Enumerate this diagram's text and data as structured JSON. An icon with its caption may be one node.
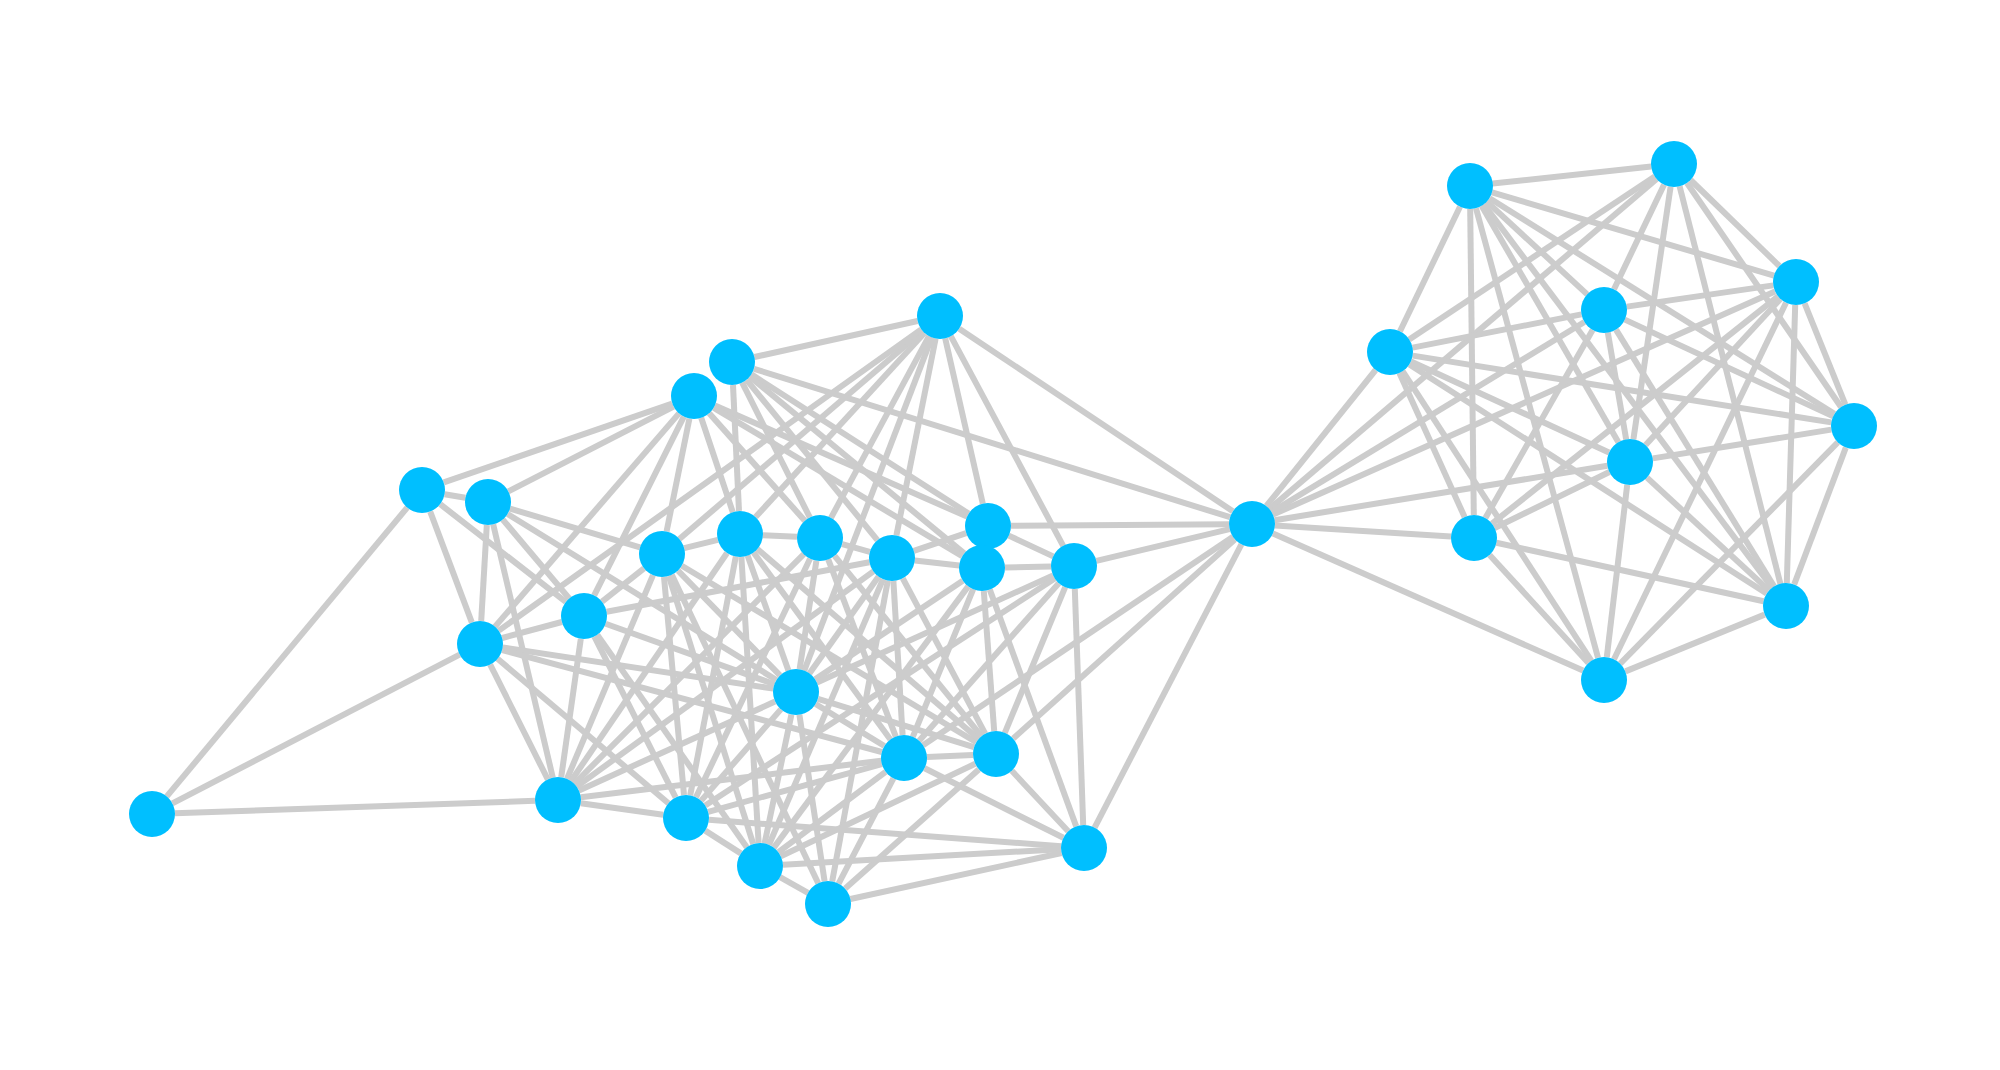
{
  "diagram": {
    "nodes": [
      {
        "text": [],
        "shape": "circle"
      },
      {
        "text": [],
        "shape": "circle"
      },
      {
        "text": [],
        "shape": "circle"
      },
      {
        "text": [],
        "shape": "circle"
      },
      {
        "text": [],
        "shape": "circle"
      },
      {
        "text": [],
        "shape": "circle"
      },
      {
        "text": [],
        "shape": "circle"
      },
      {
        "text": [],
        "shape": "circle"
      },
      {
        "text": [],
        "shape": "circle"
      },
      {
        "text": [],
        "shape": "circle"
      },
      {
        "text": [],
        "shape": "circle"
      },
      {
        "text": [],
        "shape": "circle"
      },
      {
        "text": [],
        "shape": "circle"
      },
      {
        "text": [],
        "shape": "circle"
      },
      {
        "text": [],
        "shape": "circle"
      },
      {
        "text": [],
        "shape": "circle"
      },
      {
        "text": [],
        "shape": "circle"
      },
      {
        "text": [],
        "shape": "circle"
      },
      {
        "text": [],
        "shape": "circle"
      },
      {
        "text": [],
        "shape": "circle"
      },
      {
        "text": [],
        "shape": "circle"
      },
      {
        "text": [],
        "shape": "circle"
      },
      {
        "text": [],
        "shape": "circle"
      },
      {
        "text": [],
        "shape": "circle"
      },
      {
        "text": [],
        "shape": "circle"
      },
      {
        "text": [],
        "shape": "circle"
      },
      {
        "text": [],
        "shape": "circle"
      },
      {
        "text": [],
        "shape": "circle"
      },
      {
        "text": [],
        "shape": "circle"
      },
      {
        "text": [],
        "shape": "circle"
      },
      {
        "text": [],
        "shape": "circle"
      },
      {
        "text": [],
        "shape": "circle"
      },
      {
        "text": [],
        "shape": "circle"
      },
      {
        "text": [],
        "shape": "circle"
      }
    ],
    "edges": [
      {
        "from": 0,
        "to": 1,
        "arrow": "none"
      },
      {
        "from": 0,
        "to": 5,
        "arrow": "none"
      },
      {
        "from": 0,
        "to": 6,
        "arrow": "none"
      },
      {
        "from": 0,
        "to": 7,
        "arrow": "none"
      },
      {
        "from": 0,
        "to": 8,
        "arrow": "none"
      },
      {
        "from": 0,
        "to": 9,
        "arrow": "none"
      },
      {
        "from": 0,
        "to": 11,
        "arrow": "none"
      },
      {
        "from": 0,
        "to": 13,
        "arrow": "none"
      },
      {
        "from": 0,
        "to": 14,
        "arrow": "none"
      },
      {
        "from": 1,
        "to": 6,
        "arrow": "none"
      },
      {
        "from": 1,
        "to": 7,
        "arrow": "none"
      },
      {
        "from": 1,
        "to": 8,
        "arrow": "none"
      },
      {
        "from": 1,
        "to": 9,
        "arrow": "none"
      },
      {
        "from": 1,
        "to": 10,
        "arrow": "none"
      },
      {
        "from": 2,
        "to": 4,
        "arrow": "none"
      },
      {
        "from": 2,
        "to": 5,
        "arrow": "none"
      },
      {
        "from": 2,
        "to": 6,
        "arrow": "none"
      },
      {
        "from": 2,
        "to": 7,
        "arrow": "none"
      },
      {
        "from": 2,
        "to": 9,
        "arrow": "none"
      },
      {
        "from": 2,
        "to": 10,
        "arrow": "none"
      },
      {
        "from": 2,
        "to": 12,
        "arrow": "none"
      },
      {
        "from": 2,
        "to": 13,
        "arrow": "none"
      },
      {
        "from": 4,
        "to": 5,
        "arrow": "none"
      },
      {
        "from": 4,
        "to": 12,
        "arrow": "none"
      },
      {
        "from": 4,
        "to": 13,
        "arrow": "none"
      },
      {
        "from": 4,
        "to": 14,
        "arrow": "none"
      },
      {
        "from": 4,
        "to": 18,
        "arrow": "none"
      },
      {
        "from": 5,
        "to": 6,
        "arrow": "none"
      },
      {
        "from": 5,
        "to": 12,
        "arrow": "none"
      },
      {
        "from": 5,
        "to": 14,
        "arrow": "none"
      },
      {
        "from": 5,
        "to": 16,
        "arrow": "none"
      },
      {
        "from": 5,
        "to": 18,
        "arrow": "none"
      },
      {
        "from": 5,
        "to": 19,
        "arrow": "none"
      },
      {
        "from": 5,
        "to": 20,
        "arrow": "none"
      },
      {
        "from": 5,
        "to": 21,
        "arrow": "none"
      },
      {
        "from": 6,
        "to": 7,
        "arrow": "none"
      },
      {
        "from": 6,
        "to": 14,
        "arrow": "none"
      },
      {
        "from": 6,
        "to": 15,
        "arrow": "none"
      },
      {
        "from": 6,
        "to": 16,
        "arrow": "none"
      },
      {
        "from": 6,
        "to": 18,
        "arrow": "none"
      },
      {
        "from": 6,
        "to": 19,
        "arrow": "none"
      },
      {
        "from": 6,
        "to": 20,
        "arrow": "none"
      },
      {
        "from": 7,
        "to": 8,
        "arrow": "none"
      },
      {
        "from": 7,
        "to": 14,
        "arrow": "none"
      },
      {
        "from": 7,
        "to": 15,
        "arrow": "none"
      },
      {
        "from": 7,
        "to": 16,
        "arrow": "none"
      },
      {
        "from": 7,
        "to": 18,
        "arrow": "none"
      },
      {
        "from": 7,
        "to": 19,
        "arrow": "none"
      },
      {
        "from": 8,
        "to": 9,
        "arrow": "none"
      },
      {
        "from": 8,
        "to": 10,
        "arrow": "none"
      },
      {
        "from": 8,
        "to": 12,
        "arrow": "none"
      },
      {
        "from": 8,
        "to": 14,
        "arrow": "none"
      },
      {
        "from": 8,
        "to": 15,
        "arrow": "none"
      },
      {
        "from": 8,
        "to": 16,
        "arrow": "none"
      },
      {
        "from": 8,
        "to": 18,
        "arrow": "none"
      },
      {
        "from": 8,
        "to": 20,
        "arrow": "none"
      },
      {
        "from": 8,
        "to": 21,
        "arrow": "none"
      },
      {
        "from": 9,
        "to": 11,
        "arrow": "none"
      },
      {
        "from": 10,
        "to": 11,
        "arrow": "none"
      },
      {
        "from": 10,
        "to": 14,
        "arrow": "none"
      },
      {
        "from": 10,
        "to": 15,
        "arrow": "none"
      },
      {
        "from": 10,
        "to": 16,
        "arrow": "none"
      },
      {
        "from": 10,
        "to": 20,
        "arrow": "none"
      },
      {
        "from": 10,
        "to": 22,
        "arrow": "none"
      },
      {
        "from": 11,
        "to": 14,
        "arrow": "none"
      },
      {
        "from": 11,
        "to": 15,
        "arrow": "none"
      },
      {
        "from": 11,
        "to": 16,
        "arrow": "none"
      },
      {
        "from": 11,
        "to": 19,
        "arrow": "none"
      },
      {
        "from": 11,
        "to": 22,
        "arrow": "none"
      },
      {
        "from": 12,
        "to": 13,
        "arrow": "none"
      },
      {
        "from": 12,
        "to": 14,
        "arrow": "none"
      },
      {
        "from": 12,
        "to": 18,
        "arrow": "none"
      },
      {
        "from": 12,
        "to": 19,
        "arrow": "none"
      },
      {
        "from": 12,
        "to": 20,
        "arrow": "none"
      },
      {
        "from": 13,
        "to": 14,
        "arrow": "none"
      },
      {
        "from": 13,
        "to": 15,
        "arrow": "none"
      },
      {
        "from": 13,
        "to": 18,
        "arrow": "none"
      },
      {
        "from": 13,
        "to": 19,
        "arrow": "none"
      },
      {
        "from": 14,
        "to": 15,
        "arrow": "none"
      },
      {
        "from": 14,
        "to": 16,
        "arrow": "none"
      },
      {
        "from": 14,
        "to": 18,
        "arrow": "none"
      },
      {
        "from": 14,
        "to": 19,
        "arrow": "none"
      },
      {
        "from": 14,
        "to": 20,
        "arrow": "none"
      },
      {
        "from": 14,
        "to": 21,
        "arrow": "none"
      },
      {
        "from": 15,
        "to": 16,
        "arrow": "none"
      },
      {
        "from": 15,
        "to": 18,
        "arrow": "none"
      },
      {
        "from": 15,
        "to": 19,
        "arrow": "none"
      },
      {
        "from": 15,
        "to": 20,
        "arrow": "none"
      },
      {
        "from": 15,
        "to": 21,
        "arrow": "none"
      },
      {
        "from": 15,
        "to": 22,
        "arrow": "none"
      },
      {
        "from": 16,
        "to": 20,
        "arrow": "none"
      },
      {
        "from": 16,
        "to": 21,
        "arrow": "none"
      },
      {
        "from": 16,
        "to": 22,
        "arrow": "none"
      },
      {
        "from": 18,
        "to": 19,
        "arrow": "none"
      },
      {
        "from": 19,
        "to": 20,
        "arrow": "none"
      },
      {
        "from": 19,
        "to": 22,
        "arrow": "none"
      },
      {
        "from": 20,
        "to": 21,
        "arrow": "none"
      },
      {
        "from": 20,
        "to": 22,
        "arrow": "none"
      },
      {
        "from": 21,
        "to": 22,
        "arrow": "none"
      },
      {
        "from": 3,
        "to": 2,
        "arrow": "none"
      },
      {
        "from": 3,
        "to": 4,
        "arrow": "none"
      },
      {
        "from": 3,
        "to": 12,
        "arrow": "none"
      },
      {
        "from": 3,
        "to": 13,
        "arrow": "none"
      },
      {
        "from": 17,
        "to": 3,
        "arrow": "none"
      },
      {
        "from": 17,
        "to": 13,
        "arrow": "none"
      },
      {
        "from": 17,
        "to": 18,
        "arrow": "none"
      },
      {
        "from": 23,
        "to": 0,
        "arrow": "none"
      },
      {
        "from": 23,
        "to": 1,
        "arrow": "none"
      },
      {
        "from": 23,
        "to": 9,
        "arrow": "none"
      },
      {
        "from": 23,
        "to": 11,
        "arrow": "none"
      },
      {
        "from": 23,
        "to": 15,
        "arrow": "none"
      },
      {
        "from": 23,
        "to": 16,
        "arrow": "none"
      },
      {
        "from": 23,
        "to": 22,
        "arrow": "none"
      },
      {
        "from": 23,
        "to": 25,
        "arrow": "none"
      },
      {
        "from": 23,
        "to": 26,
        "arrow": "none"
      },
      {
        "from": 23,
        "to": 27,
        "arrow": "none"
      },
      {
        "from": 23,
        "to": 28,
        "arrow": "none"
      },
      {
        "from": 23,
        "to": 30,
        "arrow": "none"
      },
      {
        "from": 23,
        "to": 31,
        "arrow": "none"
      },
      {
        "from": 23,
        "to": 33,
        "arrow": "none"
      },
      {
        "from": 24,
        "to": 25,
        "arrow": "none"
      },
      {
        "from": 24,
        "to": 26,
        "arrow": "none"
      },
      {
        "from": 24,
        "to": 27,
        "arrow": "none"
      },
      {
        "from": 24,
        "to": 28,
        "arrow": "none"
      },
      {
        "from": 24,
        "to": 29,
        "arrow": "none"
      },
      {
        "from": 24,
        "to": 30,
        "arrow": "none"
      },
      {
        "from": 24,
        "to": 31,
        "arrow": "none"
      },
      {
        "from": 24,
        "to": 32,
        "arrow": "none"
      },
      {
        "from": 24,
        "to": 33,
        "arrow": "none"
      },
      {
        "from": 25,
        "to": 26,
        "arrow": "none"
      },
      {
        "from": 25,
        "to": 27,
        "arrow": "none"
      },
      {
        "from": 25,
        "to": 28,
        "arrow": "none"
      },
      {
        "from": 25,
        "to": 29,
        "arrow": "none"
      },
      {
        "from": 25,
        "to": 30,
        "arrow": "none"
      },
      {
        "from": 25,
        "to": 32,
        "arrow": "none"
      },
      {
        "from": 26,
        "to": 28,
        "arrow": "none"
      },
      {
        "from": 26,
        "to": 29,
        "arrow": "none"
      },
      {
        "from": 26,
        "to": 30,
        "arrow": "none"
      },
      {
        "from": 26,
        "to": 31,
        "arrow": "none"
      },
      {
        "from": 26,
        "to": 32,
        "arrow": "none"
      },
      {
        "from": 26,
        "to": 33,
        "arrow": "none"
      },
      {
        "from": 27,
        "to": 28,
        "arrow": "none"
      },
      {
        "from": 27,
        "to": 29,
        "arrow": "none"
      },
      {
        "from": 27,
        "to": 30,
        "arrow": "none"
      },
      {
        "from": 27,
        "to": 31,
        "arrow": "none"
      },
      {
        "from": 27,
        "to": 32,
        "arrow": "none"
      },
      {
        "from": 27,
        "to": 33,
        "arrow": "none"
      },
      {
        "from": 28,
        "to": 29,
        "arrow": "none"
      },
      {
        "from": 28,
        "to": 30,
        "arrow": "none"
      },
      {
        "from": 28,
        "to": 31,
        "arrow": "none"
      },
      {
        "from": 28,
        "to": 32,
        "arrow": "none"
      },
      {
        "from": 29,
        "to": 30,
        "arrow": "none"
      },
      {
        "from": 29,
        "to": 32,
        "arrow": "none"
      },
      {
        "from": 29,
        "to": 33,
        "arrow": "none"
      },
      {
        "from": 30,
        "to": 31,
        "arrow": "none"
      },
      {
        "from": 30,
        "to": 32,
        "arrow": "none"
      },
      {
        "from": 30,
        "to": 33,
        "arrow": "none"
      },
      {
        "from": 31,
        "to": 32,
        "arrow": "none"
      },
      {
        "from": 31,
        "to": 33,
        "arrow": "none"
      },
      {
        "from": 32,
        "to": 33,
        "arrow": "none"
      }
    ]
  }
}
